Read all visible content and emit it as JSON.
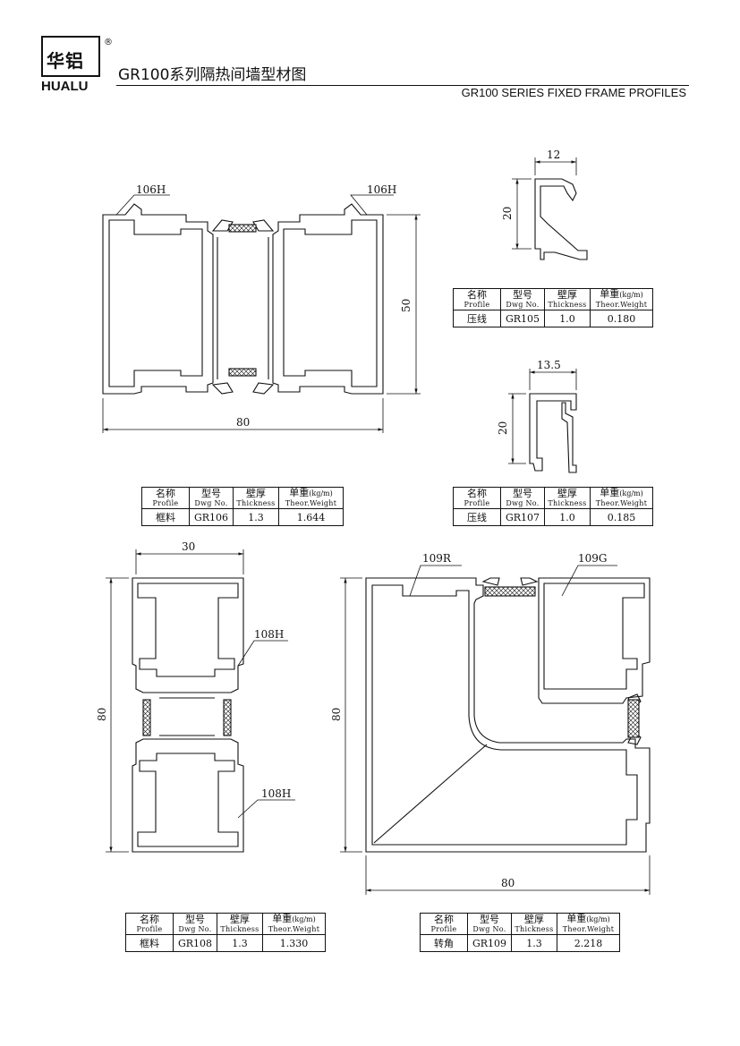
{
  "header": {
    "logo_cn": "华铝",
    "logo_en": "HUALU",
    "registered": "®",
    "title_cn": "GR100系列隔热间墙型材图",
    "title_en": "GR100 SERIES FIXED FRAME PROFILES"
  },
  "table_headers": {
    "profile_cn": "名称",
    "profile_en": "Profile",
    "dwg_cn": "型号",
    "dwg_en": "Dwg No.",
    "thick_cn": "壁厚",
    "thick_en": "Thickness",
    "weight_cn": "单重",
    "weight_unit": "(kg/m)",
    "weight_en": "Theor.Weight"
  },
  "profiles": {
    "gr105": {
      "name": "压线",
      "dwg": "GR105",
      "thickness": "1.0",
      "weight": "0.180",
      "dim_w": "12",
      "dim_h": "20"
    },
    "gr106": {
      "name": "框料",
      "dwg": "GR106",
      "thickness": "1.3",
      "weight": "1.644",
      "dim_w": "80",
      "dim_h": "50",
      "label_left": "106H",
      "label_right": "106H"
    },
    "gr107": {
      "name": "压线",
      "dwg": "GR107",
      "thickness": "1.0",
      "weight": "0.185",
      "dim_w": "13.5",
      "dim_h": "20"
    },
    "gr108": {
      "name": "框料",
      "dwg": "GR108",
      "thickness": "1.3",
      "weight": "1.330",
      "dim_w": "30",
      "dim_h": "80",
      "label_top": "108H",
      "label_bottom": "108H"
    },
    "gr109": {
      "name": "转角",
      "dwg": "GR109",
      "thickness": "1.3",
      "weight": "2.218",
      "dim_w": "80",
      "dim_h": "80",
      "label_left": "109R",
      "label_right": "109G"
    }
  },
  "colors": {
    "ink": "#111111",
    "strip_fill": "#ffffff"
  }
}
